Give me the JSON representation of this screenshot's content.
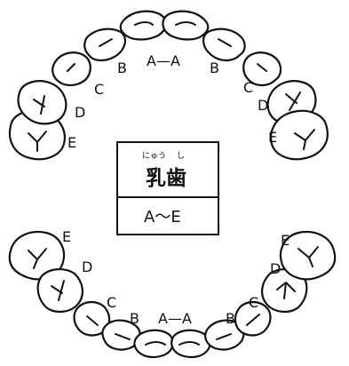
{
  "upper_labels": {
    "center": "A—A",
    "b_left": "B",
    "b_right": "B",
    "c_left": "C",
    "c_right": "C",
    "d_left": "D",
    "d_right": "D",
    "e_left": "E",
    "e_right": "E"
  },
  "lower_labels": {
    "center": "A—A",
    "b_left": "B",
    "b_right": "B",
    "c_left": "C",
    "c_right": "C",
    "d_left": "D",
    "d_right": "D",
    "e_left": "E",
    "e_right": "E"
  },
  "legend": {
    "ruby_1": "にゅう",
    "ruby_2": "し",
    "title": "乳歯",
    "range": "A〜E"
  }
}
